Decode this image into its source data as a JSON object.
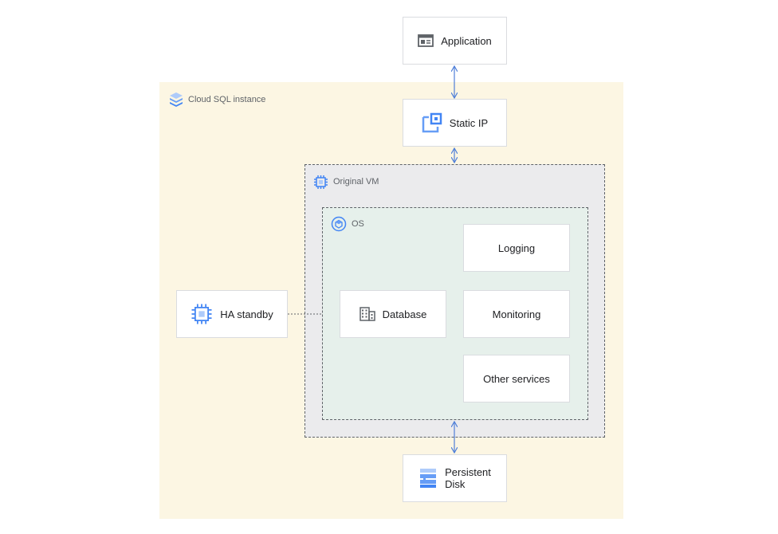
{
  "regions": {
    "cloud_sql": {
      "label": "Cloud SQL instance",
      "icon": "cloud-sql-icon"
    },
    "original_vm": {
      "label": "Original VM",
      "icon": "compute-engine-icon"
    },
    "os": {
      "label": "OS",
      "icon": "os-icon"
    }
  },
  "nodes": {
    "application": {
      "label": "Application",
      "icon": "application-window-icon"
    },
    "static_ip": {
      "label": "Static IP",
      "icon": "static-ip-icon"
    },
    "ha_standby": {
      "label": "HA standby",
      "icon": "compute-engine-icon"
    },
    "database": {
      "label": "Database",
      "icon": "database-building-icon"
    },
    "logging": {
      "label": "Logging"
    },
    "monitoring": {
      "label": "Monitoring"
    },
    "other_services": {
      "label": "Other services"
    },
    "persistent_disk": {
      "label_line1": "Persistent",
      "label_line2": "Disk",
      "icon": "persistent-disk-icon"
    }
  },
  "colors": {
    "arrow": "#4f7fd8",
    "icon_blue": "#4285f4",
    "icon_light_blue": "#aecbfa",
    "dashed": "#5f6368"
  }
}
